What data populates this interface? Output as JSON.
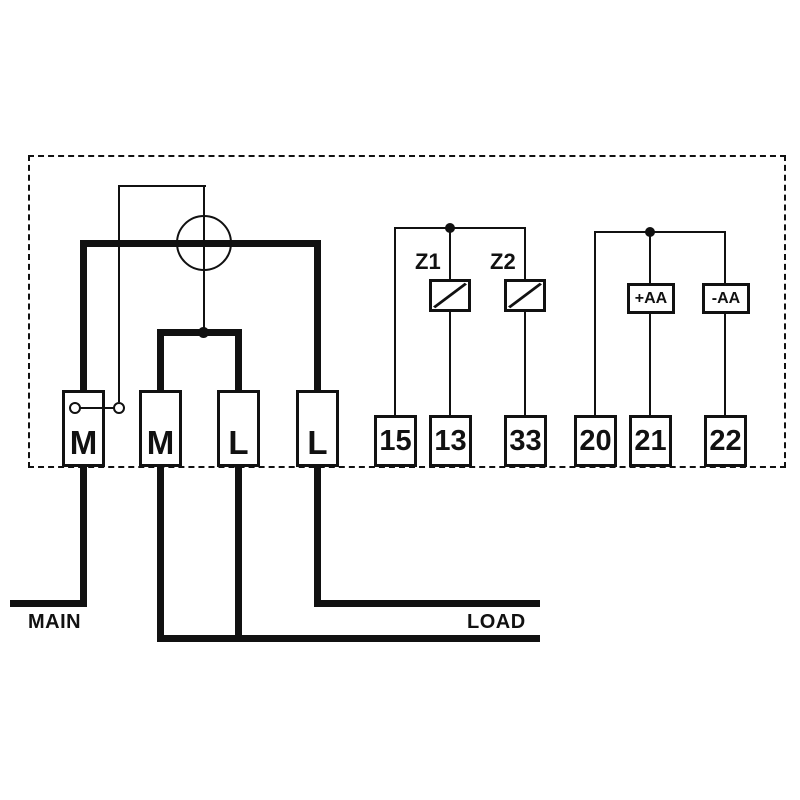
{
  "diagram": {
    "power_terminals": [
      "M",
      "M",
      "L",
      "L"
    ],
    "pulse_terminals": [
      "15",
      "13",
      "33"
    ],
    "comm_terminals": [
      "20",
      "21",
      "22"
    ],
    "impedance_labels": [
      "Z1",
      "Z2"
    ],
    "aux_terminal_labels": [
      "+AA",
      "-AA"
    ],
    "side_labels": {
      "main": "MAIN",
      "load": "LOAD"
    },
    "colors": {
      "line": "#111111",
      "background": "#ffffff"
    }
  }
}
